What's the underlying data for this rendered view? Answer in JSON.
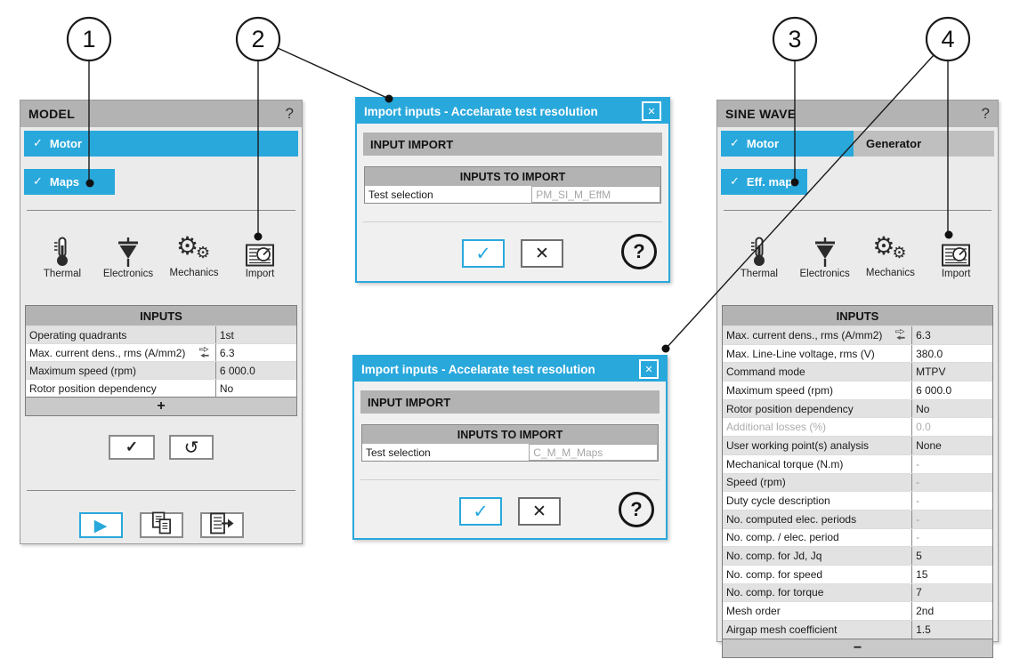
{
  "callouts": [
    "1",
    "2",
    "3",
    "4"
  ],
  "icons": {
    "check": "✓",
    "undo": "↺",
    "play": "▶",
    "close": "✕",
    "help": "?",
    "add": "+",
    "collapse": "−",
    "gear": "⚙"
  },
  "colors": {
    "accent": "#29A8DC",
    "header_gray": "#B3B3B3",
    "panel_bg": "#EBEBEB"
  },
  "model_panel": {
    "title": "MODEL",
    "tabs": {
      "motor": "Motor",
      "maps": "Maps"
    },
    "tools": {
      "thermal": "Thermal",
      "electronics": "Electronics",
      "mechanics": "Mechanics",
      "import": "Import"
    },
    "inputs": {
      "header": "INPUTS",
      "rows": [
        {
          "label": "Operating quadrants",
          "value": "1st"
        },
        {
          "label": "Max. current dens., rms (A/mm2)",
          "value": "6.3"
        },
        {
          "label": "Maximum speed (rpm)",
          "value": "6 000.0"
        },
        {
          "label": "Rotor position dependency",
          "value": "No"
        }
      ]
    }
  },
  "dialogs": [
    {
      "title": "Import inputs - Accelarate test resolution",
      "section": "INPUT IMPORT",
      "table_header": "INPUTS TO IMPORT",
      "row_label": "Test selection",
      "row_value": "PM_SI_M_EffM"
    },
    {
      "title": "Import inputs - Accelarate test resolution",
      "section": "INPUT IMPORT",
      "table_header": "INPUTS TO IMPORT",
      "row_label": "Test selection",
      "row_value": "C_M_M_Maps"
    }
  ],
  "sine_panel": {
    "title": "SINE WAVE",
    "tabs": {
      "motor": "Motor",
      "generator": "Generator",
      "effmap": "Eff. map"
    },
    "tools": {
      "thermal": "Thermal",
      "electronics": "Electronics",
      "mechanics": "Mechanics",
      "import": "Import"
    },
    "inputs": {
      "header": "INPUTS",
      "rows": [
        {
          "label": "Max. current dens., rms (A/mm2)",
          "value": "6.3"
        },
        {
          "label": "Max. Line-Line voltage, rms (V)",
          "value": "380.0"
        },
        {
          "label": "Command mode",
          "value": "MTPV"
        },
        {
          "label": "Maximum speed (rpm)",
          "value": "6 000.0"
        },
        {
          "label": "Rotor position dependency",
          "value": "No"
        },
        {
          "label": "Additional losses (%)",
          "value": "0.0"
        },
        {
          "label": "User working point(s) analysis",
          "value": "None"
        },
        {
          "label": "Mechanical torque (N.m)",
          "value": "-"
        },
        {
          "label": "Speed (rpm)",
          "value": "-"
        },
        {
          "label": "Duty cycle description",
          "value": "-"
        },
        {
          "label": "No. computed elec. periods",
          "value": "-"
        },
        {
          "label": "No. comp. / elec. period",
          "value": "-"
        },
        {
          "label": "No. comp. for Jd, Jq",
          "value": "5"
        },
        {
          "label": "No. comp. for speed",
          "value": "15"
        },
        {
          "label": "No. comp. for torque",
          "value": "7"
        },
        {
          "label": "Mesh order",
          "value": "2nd"
        },
        {
          "label": "Airgap mesh coefficient",
          "value": "1.5"
        }
      ]
    }
  }
}
